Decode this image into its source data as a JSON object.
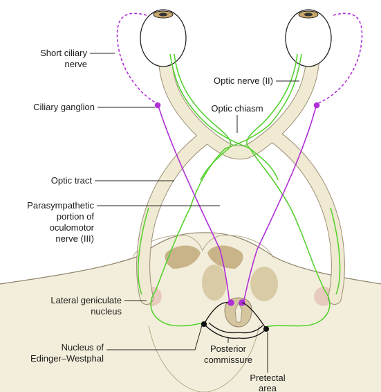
{
  "colors": {
    "tract_fill": "#f1ead3",
    "tract_stroke": "#9a8e74",
    "midbrain_fill": "#f3eedb",
    "gray_matter": "#c9b48a",
    "lgn_fill": "#e7cbbd",
    "optic_pathway": "#55d12f",
    "parasympathetic": "#b02fd6",
    "pretectal_nucleus": "#111111"
  },
  "labels": {
    "short_ciliary_nerve": [
      "Short ciliary",
      "nerve"
    ],
    "ciliary_ganglion": "Ciliary ganglion",
    "optic_nerve": "Optic nerve (II)",
    "optic_chiasm": "Optic chiasm",
    "optic_tract": "Optic tract",
    "parasympathetic": [
      "Parasympathetic",
      "portion of",
      "oculomotor",
      "nerve (III)"
    ],
    "lateral_geniculate": [
      "Lateral geniculate",
      "nucleus"
    ],
    "edinger_westphal": [
      "Nucleus of",
      "Edinger–Westphal"
    ],
    "posterior_commissure": [
      "Posterior",
      "commissure"
    ],
    "pretectal_area": [
      "Pretectal",
      "area"
    ]
  }
}
